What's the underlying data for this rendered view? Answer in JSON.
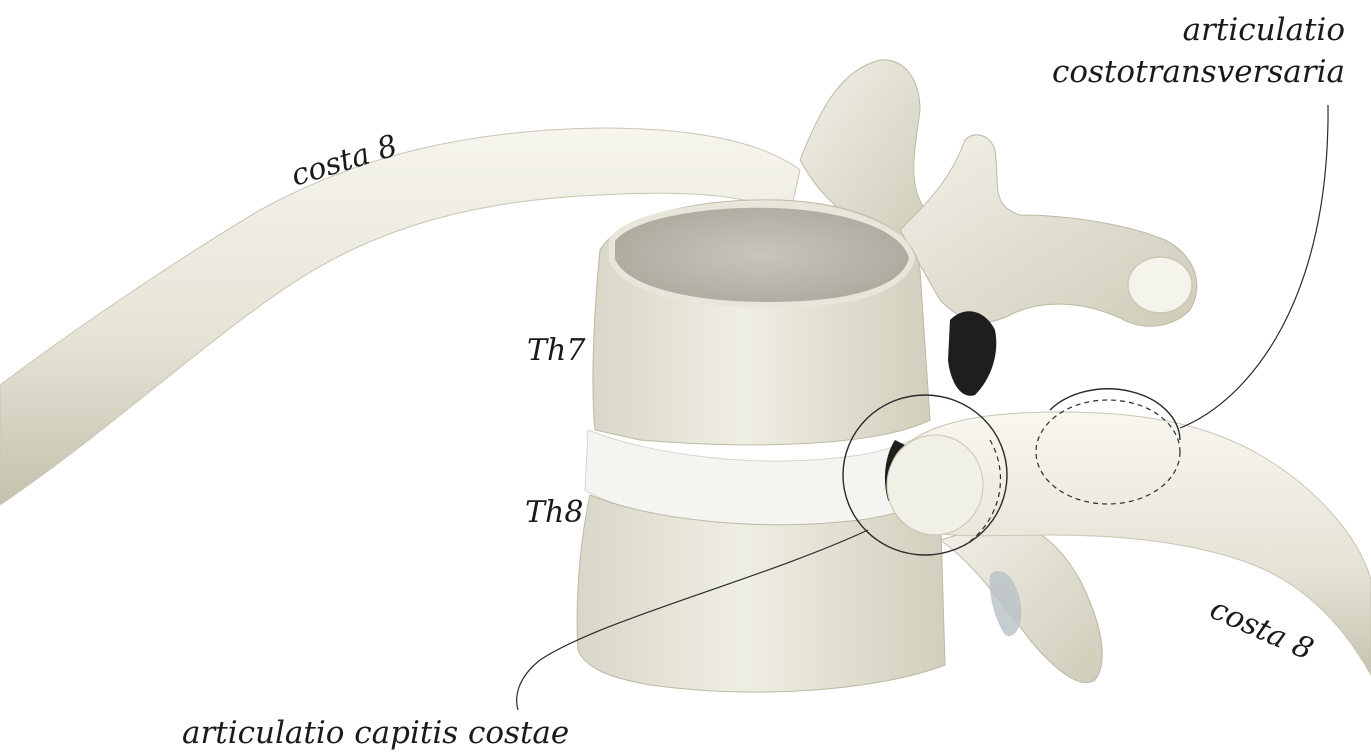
{
  "labels": {
    "costa_left": "costa 8",
    "costa_right": "costa 8",
    "th7": "Th7",
    "th8": "Th8",
    "costotransversaria_line1": "articulatio",
    "costotransversaria_line2": "costotransversaria",
    "capitis": "articulatio capitis costae"
  },
  "colors": {
    "bone": "#ebe9dc",
    "bone_shadow": "#c9c6b4",
    "bone_highlight": "#f7f6ef",
    "disc": "#f4f4f1",
    "cancellous": "#bdbab0",
    "dark_gap": "#1e1e1e",
    "leader_line": "#2a2a2a"
  }
}
